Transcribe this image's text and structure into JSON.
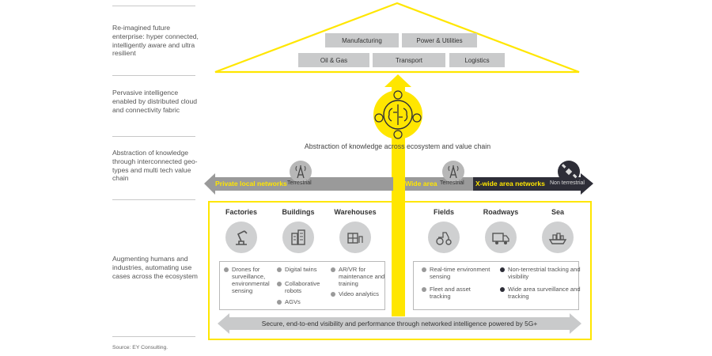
{
  "rows": [
    "Re-imagined future enterprise: hyper connected, intelligently aware and ultra resilient",
    "Pervasive intelligence enabled by distributed cloud and connectivity fabric",
    "Abstraction of knowledge through interconnected geo-types and multi tech value chain",
    "Augmenting humans and industries, automating use cases across the ecosystem"
  ],
  "sectors": [
    "Manufacturing",
    "Power & Utilities",
    "Oil & Gas",
    "Transport",
    "Logistics"
  ],
  "abstraction_caption": "Abstraction of knowledge across ecosystem and value chain",
  "networks": {
    "private": "Private local networks",
    "wide": "Wide area",
    "xwide": "X-wide area networks",
    "terrestrial_left": "Terrestrial",
    "terrestrial_right": "Terrestrial",
    "non_terrestrial": "Non terrestrial"
  },
  "left_categories": [
    "Factories",
    "Buildings",
    "Warehouses"
  ],
  "right_categories": [
    "Fields",
    "Roadways",
    "Sea"
  ],
  "left_bullets": {
    "factories": [
      "Drones for surveillance, environmental sensing"
    ],
    "buildings": [
      "Digital twins",
      "Collaborative robots",
      "AGVs"
    ],
    "warehouses": [
      "AR/VR for maintenance and training",
      "Video analytics"
    ]
  },
  "right_bullets": {
    "grey": [
      "Real-time environment sensing",
      "Fleet and asset tracking"
    ],
    "dark": [
      "Non-terrestrial tracking and visibility",
      "Wide area surveillance and tracking"
    ]
  },
  "bottom_banner": "Secure, end-to-end visibility and performance through networked intelligence powered by 5G+",
  "source": "Source: EY Consulting.",
  "colors": {
    "yellow": "#ffe600",
    "grey": "#9a9a9a",
    "dark": "#2e2e38",
    "sector": "#c9cacb"
  }
}
